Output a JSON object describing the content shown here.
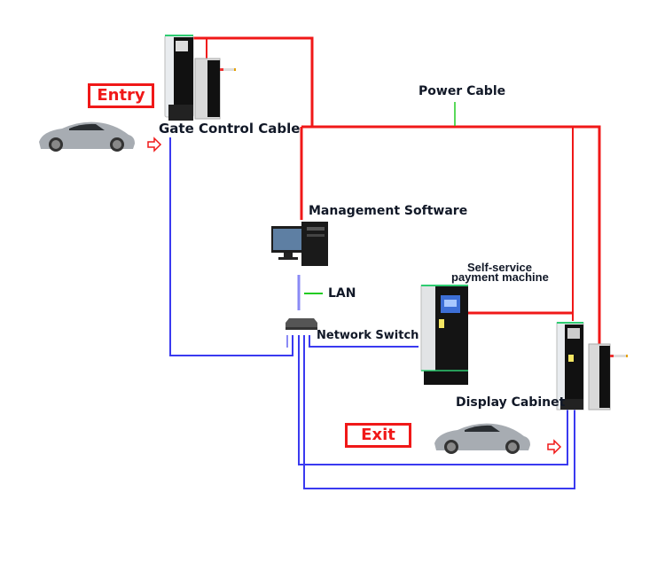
{
  "diagram": {
    "title": "Parking system wiring diagram",
    "labels": {
      "entry": "Entry",
      "exit": "Exit",
      "gate_control_cable": "Gate Control Cable",
      "power_cable": "Power Cable",
      "management_software": "Management Software",
      "lan": "LAN",
      "network_switch": "Network Switch",
      "self_service_line1": "Self-service",
      "self_service_line2": "payment machine",
      "display_cabinet": "Display Cabinet"
    },
    "legend": {
      "power_cable_color": "#f01818",
      "network_cable_color": "#3a3af0",
      "callout_color": "#22cc22"
    },
    "nodes": [
      {
        "id": "entry-ticket-dispenser",
        "type": "ticket-dispenser"
      },
      {
        "id": "entry-barrier-gate",
        "type": "barrier-gate"
      },
      {
        "id": "management-pc",
        "type": "computer"
      },
      {
        "id": "network-switch",
        "type": "switch"
      },
      {
        "id": "payment-machine",
        "type": "kiosk"
      },
      {
        "id": "exit-display-cabinet",
        "type": "ticket-dispenser"
      },
      {
        "id": "exit-barrier-gate",
        "type": "barrier-gate"
      },
      {
        "id": "entry-car",
        "type": "car"
      },
      {
        "id": "exit-car",
        "type": "car"
      }
    ]
  }
}
